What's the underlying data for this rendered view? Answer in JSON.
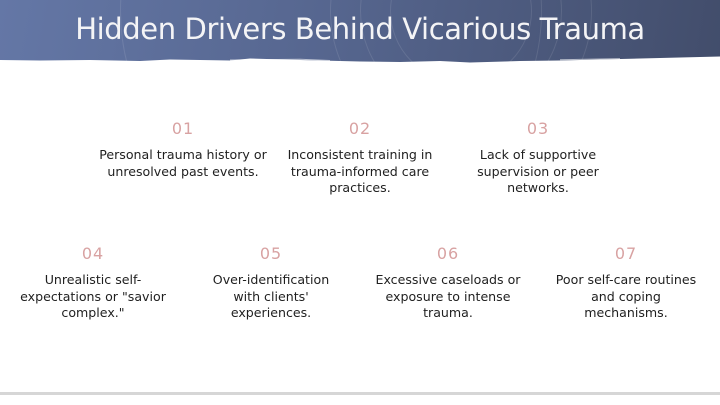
{
  "slide": {
    "title": "Hidden Drivers Behind Vicarious Trauma",
    "colors": {
      "header_gradient_start": "#6477a6",
      "header_gradient_end": "#424d6b",
      "title_text": "#f4f4f6",
      "number_accent": "#d8a2a2",
      "body_text": "#1f1f1f",
      "bottom_rule": "#d6d6d6"
    },
    "items": [
      {
        "number": "01",
        "text": "Personal trauma history or unresolved past events."
      },
      {
        "number": "02",
        "text": "Inconsistent training in trauma-informed care practices."
      },
      {
        "number": "03",
        "text": "Lack of supportive supervision or peer networks."
      },
      {
        "number": "04",
        "text": "Unrealistic self-expectations or \"savior complex.\""
      },
      {
        "number": "05",
        "text": "Over-identification with clients' experiences."
      },
      {
        "number": "06",
        "text": "Excessive caseloads or exposure to intense trauma."
      },
      {
        "number": "07",
        "text": "Poor self-care routines and coping mechanisms."
      }
    ]
  }
}
